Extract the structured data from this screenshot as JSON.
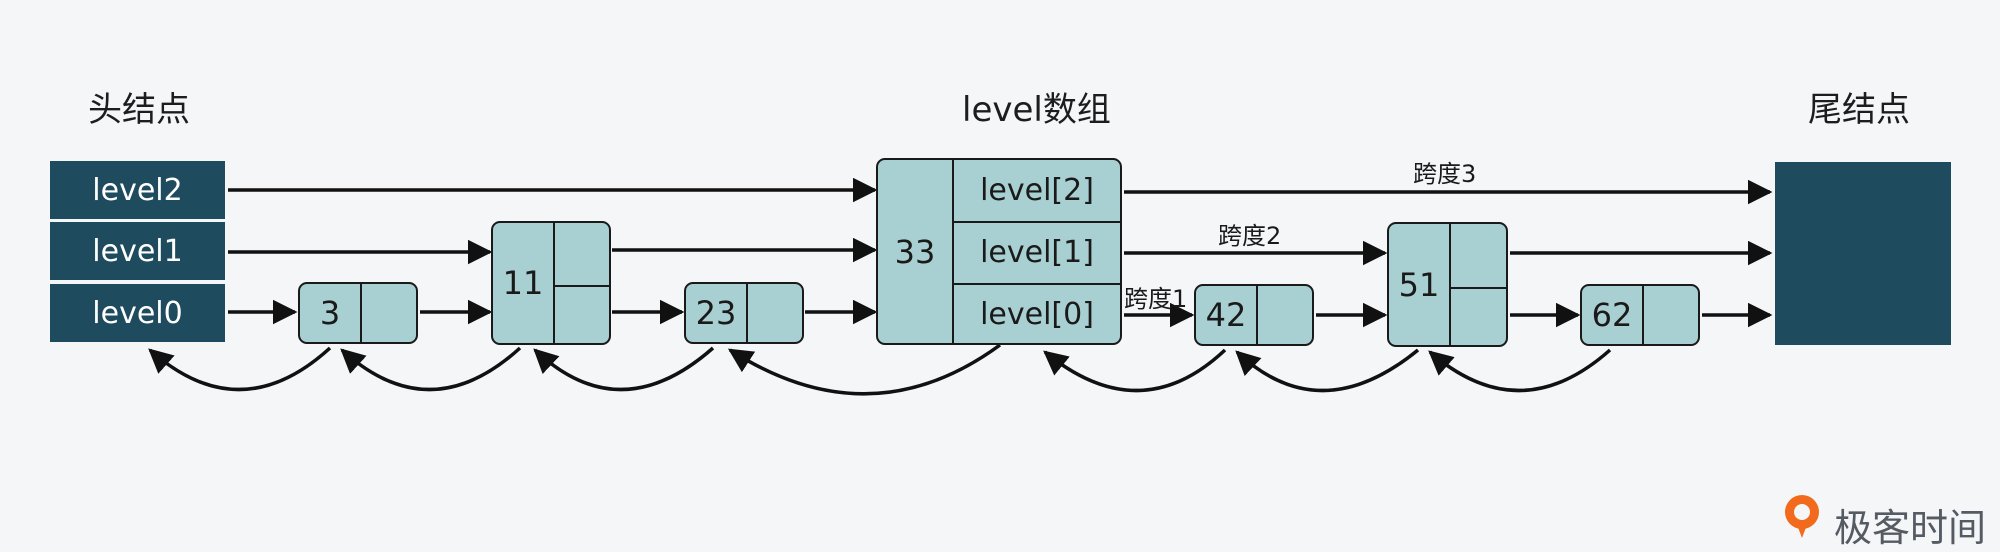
{
  "header_label": "头结点",
  "level_array_label": "level数组",
  "tail_label": "尾结点",
  "header_levels": [
    "level2",
    "level1",
    "level0"
  ],
  "nodes": [
    "3",
    "11",
    "23",
    "33",
    "42",
    "51",
    "62"
  ],
  "node33_levels": [
    "level[2]",
    "level[1]",
    "level[0]"
  ],
  "span_labels": [
    "跨度3",
    "跨度2",
    "跨度1"
  ],
  "logo": {
    "text": "极客时间",
    "color": "#f26b1d"
  }
}
